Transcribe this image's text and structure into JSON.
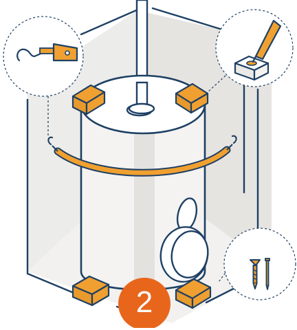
{
  "step": {
    "number": "2"
  },
  "colors": {
    "outline": "#1e4064",
    "accent": "#f0a030",
    "badge": "#e8661c",
    "wall_shade": "#ebe9e6",
    "tank_fill": "#f4f3f1",
    "background": "#ffffff"
  },
  "callouts": [
    {
      "name": "tag-wire-detail",
      "icon": "hook-and-tag-icon"
    },
    {
      "name": "adhesive-detail",
      "icon": "glue-tube-on-block-icon"
    },
    {
      "name": "fastener-detail",
      "icon": "screw-and-nail-icon"
    }
  ]
}
